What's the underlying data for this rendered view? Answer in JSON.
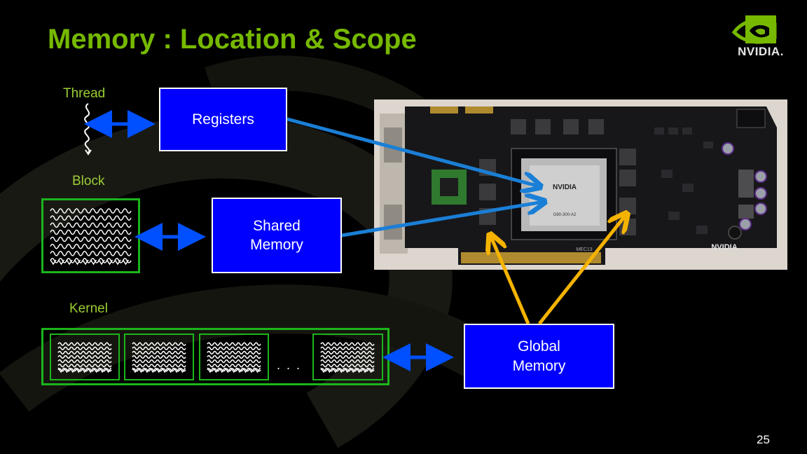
{
  "slide": {
    "title": "Memory : Location & Scope",
    "page_number": "25",
    "logo_text": "NVIDIA."
  },
  "labels": {
    "thread": "Thread",
    "block": "Block",
    "kernel": "Kernel"
  },
  "memory_boxes": {
    "registers": "Registers",
    "shared": "Shared\nMemory",
    "global": "Global\nMemory"
  },
  "kernel_ellipsis": ". . .",
  "gpu_board": {
    "chip_brand": "NVIDIA",
    "chip_model": "G80-300-A2",
    "board_brand": "NVIDIA",
    "board_code": "MEC13"
  },
  "colors": {
    "title": "#76b900",
    "label": "#9acd32",
    "memory_box": "#0000ff",
    "scope_arrow": "#0050ff",
    "pointer_arrow_blue": "#1a7fd6",
    "pointer_arrow_gold": "#f5b300",
    "block_border": "#1bb51b"
  }
}
